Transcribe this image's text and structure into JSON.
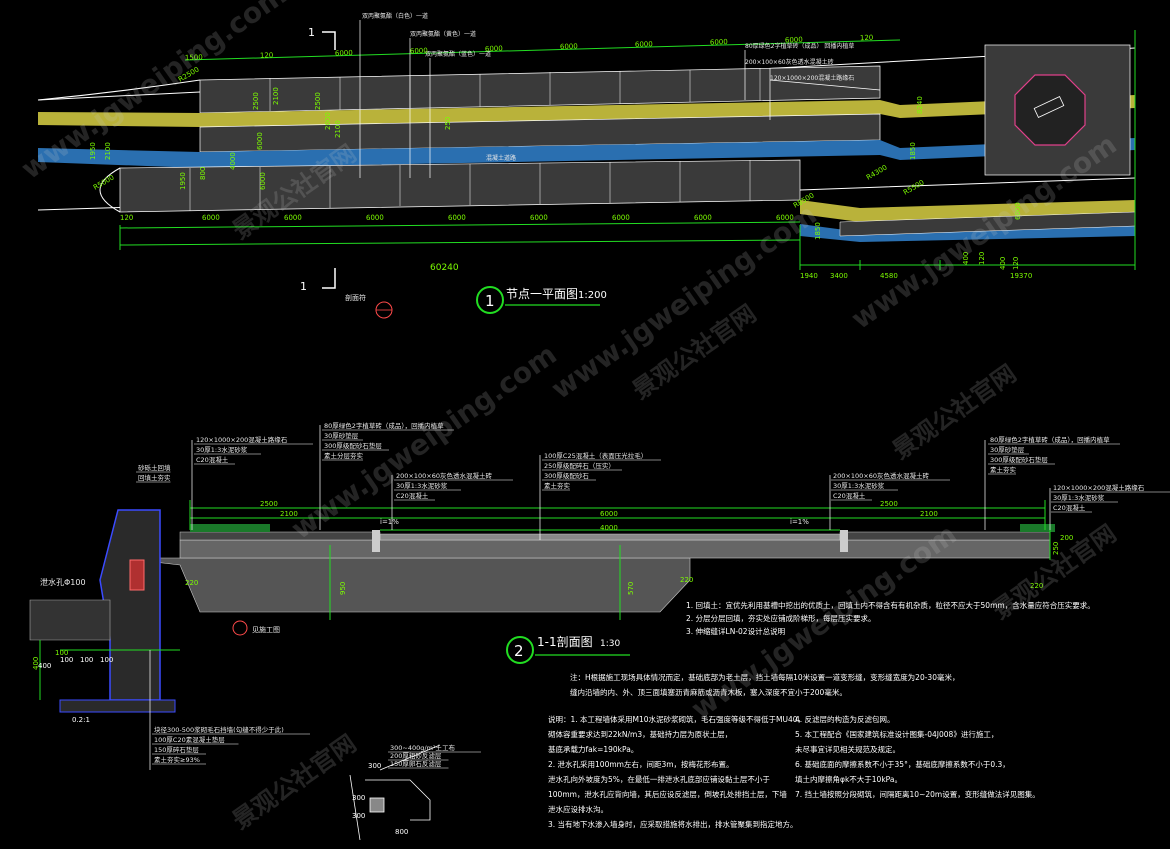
{
  "colors": {
    "background": "#000000",
    "dimension": "#22dd22",
    "leader": "#ffffff",
    "plantBand": "#b9b23a",
    "waterBand": "#2a6fb0",
    "paving": "#3a3a3a",
    "section": "#777777",
    "circle": "#ff4a4a"
  },
  "plan": {
    "title": "节点一平面图",
    "number": "1",
    "scale": "1:200",
    "section_mark": "1",
    "section_label": "剖面符",
    "top_dims": [
      "1500",
      "120",
      "6000",
      "6000",
      "6000",
      "6000",
      "6000",
      "6000",
      "6000",
      "120"
    ],
    "bottom_dims": [
      "120",
      "6000",
      "6000",
      "6000",
      "6000",
      "6000",
      "6000",
      "6000",
      "6000"
    ],
    "total_dim": "60240",
    "right_dims": [
      "1940",
      "3400",
      "4580",
      "19370"
    ],
    "vertical_dims": [
      "2500",
      "2100",
      "4000",
      "6000",
      "2500",
      "2000",
      "2100",
      "250",
      "1950",
      "2100",
      "800",
      "1950",
      "6000",
      "1850",
      "400",
      "120"
    ],
    "radius_labels": [
      "R2500",
      "R5000",
      "R4300",
      "R8500",
      "R5500"
    ],
    "callouts_top": [
      "双丙聚氨酯（白色）一道",
      "双丙聚氨酯（黄色）一道",
      "双丙聚氨酯（蓝色）一道",
      "80厚绿色2字植草砖（成品）  回播内植草",
      "200×100×60灰色透水混凝土砖",
      "120×1000×200混凝土路缘石"
    ],
    "mid_label": "混凝土道路",
    "right_dims_extra": [
      "8240",
      "1850",
      "6000",
      "400",
      "120"
    ]
  },
  "section": {
    "title": "1-1剖面图",
    "number": "2",
    "scale": "1:30",
    "left_callouts": [
      "120×1000×200混凝土路缘石",
      "30厚1:3水泥砂浆",
      "C20混凝土"
    ],
    "left_small": [
      "砂砾土回填",
      "回填土夯实"
    ],
    "center_left_callouts": [
      "80厚绿色2字植草砖（成品），回播内植草",
      "30厚砂垫层",
      "300厚级配砂石垫层",
      "素土分层夯实"
    ],
    "center_left2_callouts": [
      "200×100×60灰色透水混凝土砖",
      "30厚1:3水泥砂浆",
      "C20混凝土"
    ],
    "center_callouts": [
      "100厚C25混凝土（表面压光拉毛）",
      "250厚级配碎石（压实）",
      "300厚级配砂石",
      "素土夯实"
    ],
    "right_callouts_top": [
      "80厚绿色2字植草砖（成品），回播内植草",
      "30厚砂垫层",
      "300厚级配砂石垫层",
      "素土夯实"
    ],
    "right_callouts_mid": [
      "200×100×60灰色透水混凝土砖",
      "30厚1:3水泥砂浆",
      "C20混凝土"
    ],
    "right_callouts_low": [
      "120×1000×200混凝土路缘石",
      "30厚1:3水泥砂浆",
      "C20混凝土"
    ],
    "dims_top": [
      "2500",
      "2100",
      "6000",
      "2500",
      "2100"
    ],
    "dims_inner": [
      "4000"
    ],
    "slopes": [
      "i=1%",
      "i=1%"
    ],
    "dims_left": [
      "400",
      "100",
      "220",
      "950",
      "570"
    ],
    "dims_right": [
      "220",
      "250",
      "220",
      "200"
    ],
    "drain_label": "泄水孔Φ100",
    "section_ref": "见施工图",
    "left_bottom_notes": [
      "块径300-500浆砌毛石挡墙(勾缝不得少于此)",
      "100厚C20素混凝土垫层",
      "150厚碎石垫层",
      "素土夯实≥93%"
    ],
    "left_bottom_dims": [
      "400",
      "100",
      "100",
      "100",
      "0.2:1"
    ],
    "detail_note": [
      "300~400g/m²土工布",
      "200厚粗砂反滤层",
      "150厚卵石反滤层"
    ],
    "detail_dims": [
      "300",
      "300",
      "300",
      "800"
    ],
    "notes_a": [
      "1. 回填土：宜优先利用基槽中挖出的优质土，回填土内不得含有有机杂质，粒径不应大于50mm，含水量应符合压实要求。",
      "2. 分层分层回填，夯实处应铺成阶梯形，每层压实要求。",
      "3. 伸缩缝详LN-02设计总说明"
    ],
    "notes_b": [
      "注：H根据施工现场具体情况而定，基础底部为老土层，挡土墙每隔10米设置一道变形缝，变形缝宽度为20-30毫米，",
      "缝内沿墙的内、外、顶三面填塞沥青麻筋或沥青木板，塞入深度不宜小于200毫米。"
    ],
    "notes_c_left": [
      "说明：1. 本工程墙体采用M10水泥砂浆砌筑，毛石强度等级不得低于MU40，",
      "砌体容重要求达到22kN/m3，基础持力层为原状土层，",
      "基底承载力fak=190kPa。",
      "2. 泄水孔采用100mm左右，间距3m，按梅花形布置。",
      "泄水孔向外坡度为5%，在最低一排泄水孔底部应铺设黏土层不小于",
      "100mm，泄水孔应背向墙，其后应设反滤层，倒坡孔处排挡土层，下墙",
      "泄水应设排水沟。",
      "3. 当有地下水渗入墙身时，应采取措施将水排出，排水管聚集到指定地方。"
    ],
    "notes_c_right": [
      "4. 反滤层的构造为反滤包网。",
      "5. 本工程配合《国家建筑标准设计图集-04J008》进行施工，",
      "未尽事宜详见相关规范及规定。",
      "6. 基础底面的摩擦系数不小于35°，基础底摩擦系数不小于0.3，",
      "填土内摩擦角φk不大于10kPa。",
      "7. 挡土墙按照分段砌筑，间隔距离10~20m设置，变形缝做法详见图集。"
    ]
  },
  "watermark": {
    "url": "www.jgweiping.com",
    "cn": "景观公社官网"
  }
}
